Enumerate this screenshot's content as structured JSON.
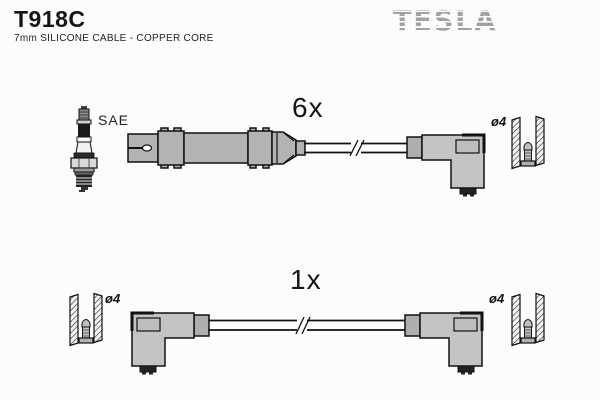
{
  "header": {
    "part_number": "T918C",
    "description": "7mm SILICONE CABLE - COPPER CORE",
    "brand_logo": "TESLA"
  },
  "upper_assembly": {
    "quantity": "6x",
    "spark_plug_standard": "SAE",
    "terminal_diameter": "ø4"
  },
  "lower_assembly": {
    "quantity": "1x",
    "terminal_diameter_left": "ø4",
    "terminal_diameter_right": "ø4"
  },
  "colors": {
    "part_gray": "#b3b3b3",
    "boot_gray": "#c4c4c4",
    "ferrule_gray": "#aeaeae",
    "logo_gray": "#a2a2a2",
    "outline": "#111111",
    "background": "#fcfcfc"
  }
}
